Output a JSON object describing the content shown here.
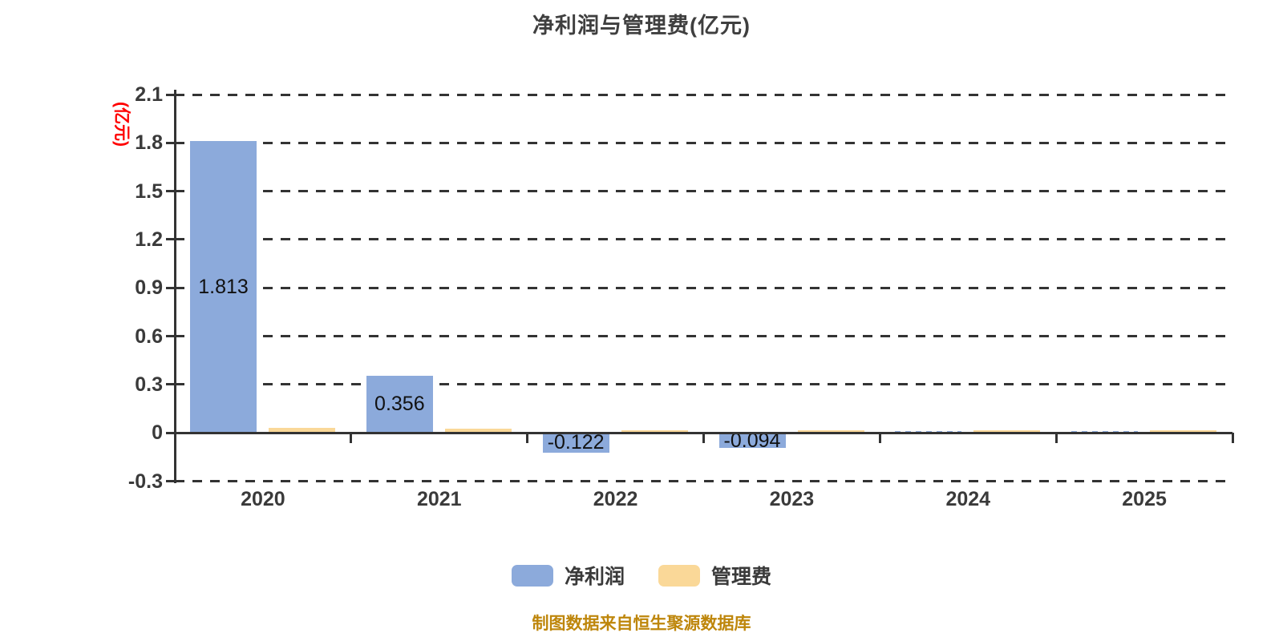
{
  "title": "净利润与管理费(亿元)",
  "y_axis": {
    "unit_label": "(亿元)",
    "unit_label_color": "#ff0000",
    "tick_labels": [
      "2.1",
      "1.8",
      "1.5",
      "1.2",
      "0.9",
      "0.6",
      "0.3",
      "0",
      "-0.3"
    ],
    "max": 2.1,
    "min": -0.3,
    "step": 0.3
  },
  "x_axis": {
    "categories": [
      "2020",
      "2021",
      "2022",
      "2023",
      "2024",
      "2025"
    ]
  },
  "legend": {
    "items": [
      {
        "label": "净利润",
        "color": "#8CAADB"
      },
      {
        "label": "管理费",
        "color": "#FAD898"
      }
    ]
  },
  "footer": {
    "text": "制图数据来自恒生聚源数据库",
    "color": "#be860b"
  },
  "colors": {
    "net_profit_bar": "#8CAADB",
    "management_fee_bar": "#FAD898",
    "grid_and_axis": "#333333",
    "tick_text": "#3a3a3a",
    "value_label_text": "#111111",
    "title_text": "#3f3f3f",
    "background": "#ffffff"
  },
  "chart_data": {
    "type": "bar",
    "title": "净利润与管理费(亿元)",
    "categories": [
      "2020",
      "2021",
      "2022",
      "2023",
      "2024",
      "2025"
    ],
    "series": [
      {
        "name": "净利润",
        "color": "#8CAADB",
        "values": [
          1.813,
          0.356,
          -0.122,
          -0.094,
          0.0,
          0.0
        ],
        "data_labels": [
          "1.813",
          "0.356",
          "-0.122",
          "-0.094",
          "",
          ""
        ]
      },
      {
        "name": "管理费",
        "color": "#FAD898",
        "values": [
          0.032,
          0.024,
          0.008,
          0.012,
          0.01,
          0.008
        ],
        "data_labels": [
          "",
          "",
          "",
          "",
          "",
          ""
        ]
      }
    ],
    "ylabel": "(亿元)",
    "ylim": [
      -0.3,
      2.1
    ],
    "ytick_step": 0.3,
    "grid": true,
    "gridline_style": "dashed",
    "legend_position": "bottom",
    "notes": "2024 and 2025 净利润 values are zero and drawn as dashed blue segments on the zero axis; 管理费 bars are unlabeled thin bars (values estimated from pixel heights)."
  }
}
